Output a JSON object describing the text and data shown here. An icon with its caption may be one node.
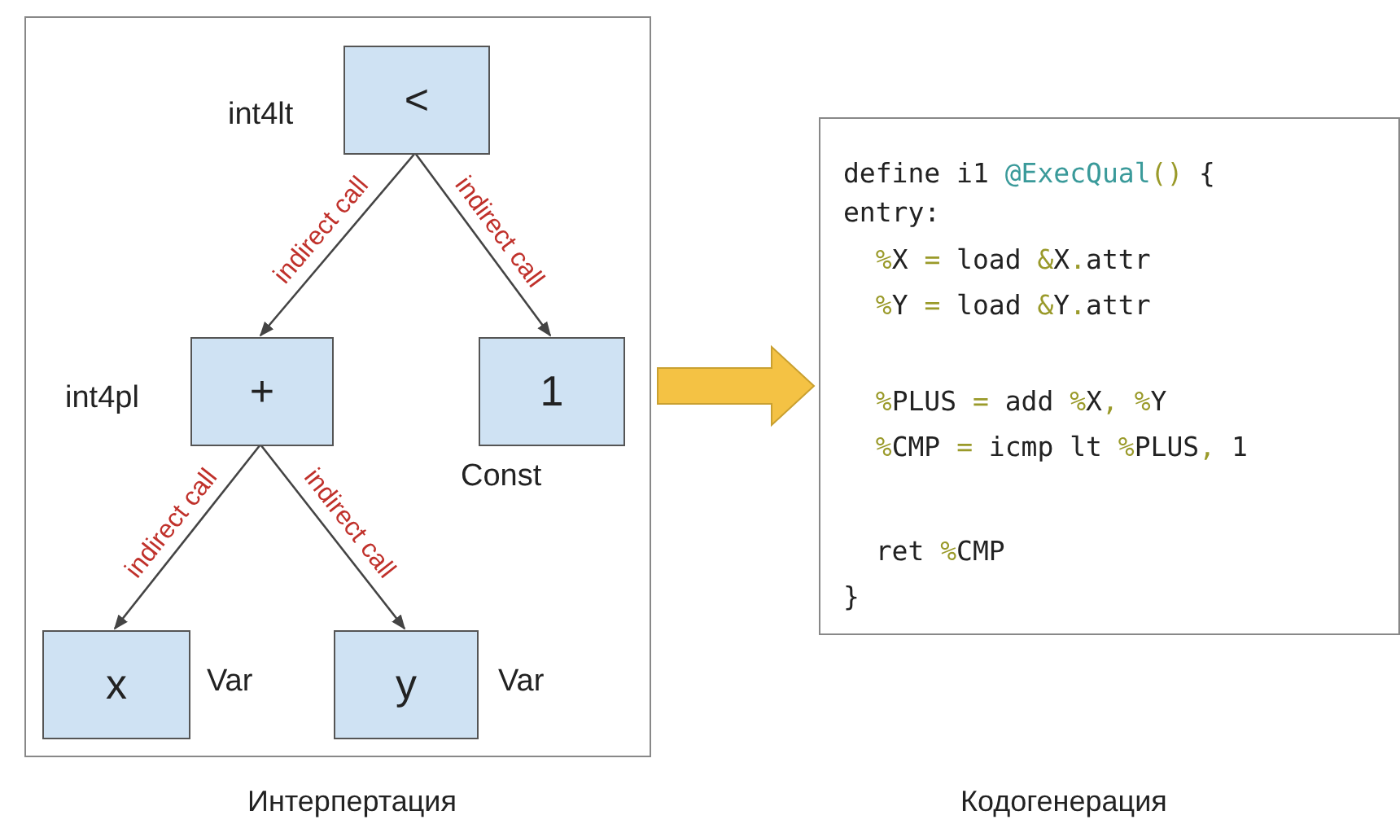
{
  "diagram": {
    "nodes": [
      {
        "text": [],
        "shape": "box"
      },
      {
        "text": [
          "<"
        ],
        "in": 0,
        "beside": [
          "int4lt"
        ]
      },
      {
        "text": [
          "+"
        ],
        "in": 0,
        "beside": [
          "int4pl"
        ]
      },
      {
        "text": [
          "1"
        ],
        "in": 0,
        "beside": [
          "Const"
        ]
      },
      {
        "text": [
          "x"
        ],
        "in": 0,
        "beside": [
          "Var"
        ]
      },
      {
        "text": [
          "y"
        ],
        "in": 0,
        "beside": [
          "Var"
        ]
      },
      {
        "text": [
          "define i1 @ExecQual() {",
          "entry:",
          "  %X = load &X.attr",
          "  %Y = load &Y.attr",
          "  %PLUS = add %X, %Y",
          "  %CMP = icmp lt %PLUS, 1",
          "  ret %CMP",
          "}"
        ]
      }
    ],
    "labels": [
      "Интерпертация",
      "Кодогенерация"
    ],
    "edges": [
      {
        "from": 1,
        "to": 2,
        "arrow": "to",
        "label": "indirect call"
      },
      {
        "from": 1,
        "to": 3,
        "arrow": "to",
        "label": "indirect call"
      },
      {
        "from": 2,
        "to": 4,
        "arrow": "to",
        "label": "indirect call"
      },
      {
        "from": 2,
        "to": 5,
        "arrow": "to",
        "label": "indirect call"
      },
      {
        "from": 0,
        "to": 6,
        "arrow": "to",
        "style": "thick",
        "color": "#f4c244"
      }
    ]
  }
}
